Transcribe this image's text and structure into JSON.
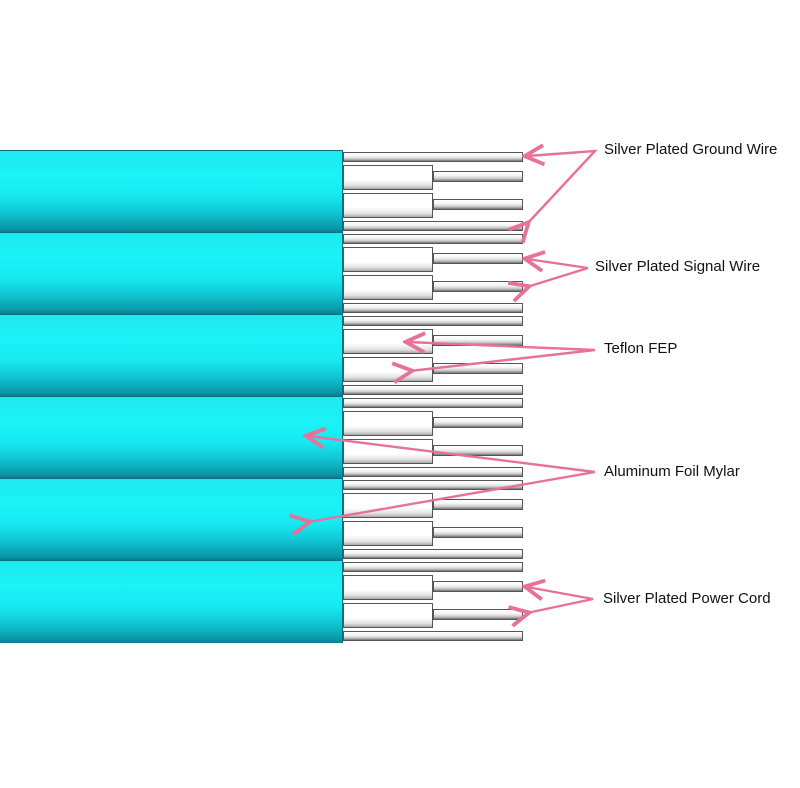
{
  "diagram": {
    "title": "Flat cable cross-section structure",
    "colors": {
      "jacket": "#17eaf0",
      "arrow": "#e8719a",
      "text": "#111111"
    },
    "band_count": 6,
    "labels": [
      {
        "id": "ground",
        "text": "Silver Plated Ground Wire"
      },
      {
        "id": "signal",
        "text": "Silver Plated Signal Wire"
      },
      {
        "id": "teflon",
        "text": "Teflon FEP"
      },
      {
        "id": "foil",
        "text": "Aluminum Foil Mylar"
      },
      {
        "id": "power",
        "text": "Silver Plated Power Cord"
      }
    ]
  }
}
